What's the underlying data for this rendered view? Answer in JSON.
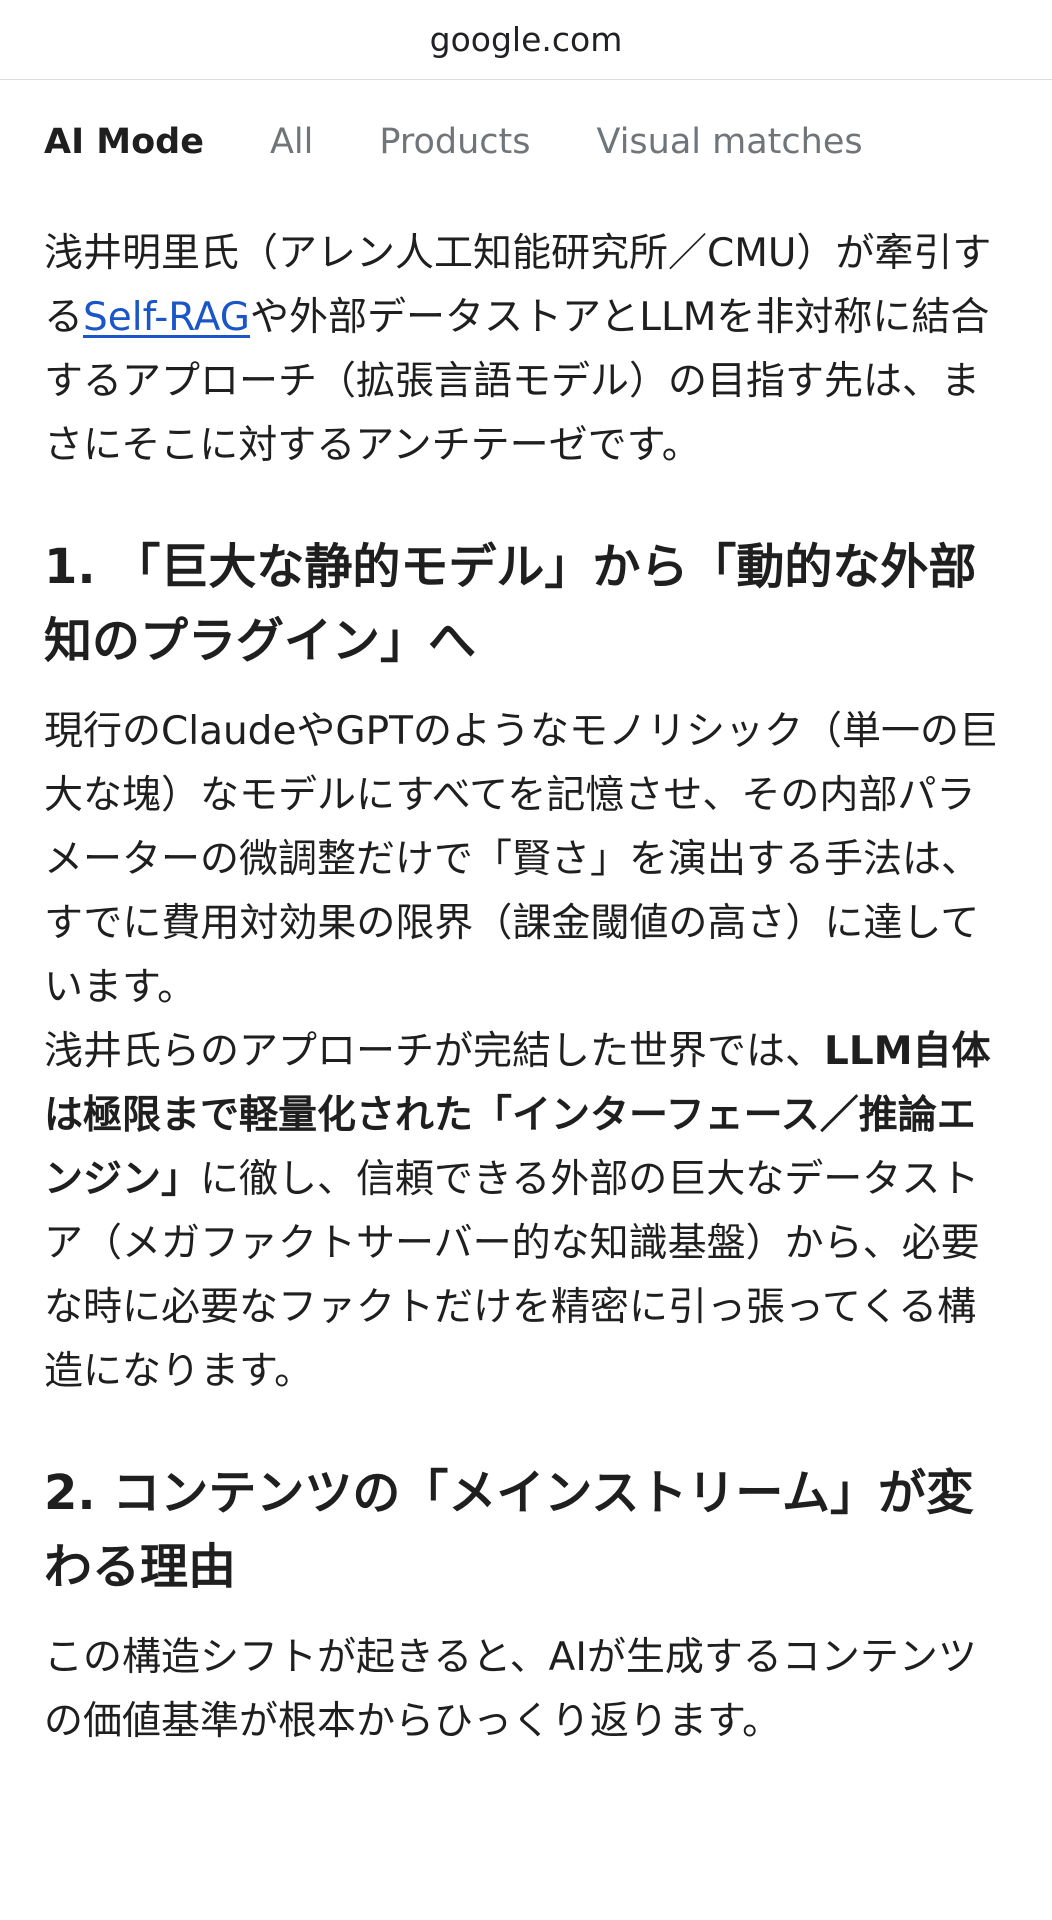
{
  "browser": {
    "url": "google.com"
  },
  "tabs": [
    {
      "label": "AI Mode",
      "active": true
    },
    {
      "label": "All",
      "active": false
    },
    {
      "label": "Products",
      "active": false
    },
    {
      "label": "Visual matches",
      "active": false
    }
  ],
  "intro": {
    "before_link": "浅井明里氏（アレン人工知能研究所／CMU）が牽引する",
    "link": "Self-RAG",
    "after_link": "や外部データストアとLLMを非対称に結合するアプローチ（拡張言語モデル）の目指す先は、まさにそこに対するアンチテーゼです。"
  },
  "section1": {
    "heading": "1. 「巨大な静的モデル」から「動的な外部知のプラグイン」へ",
    "para1": "現行のClaudeやGPTのようなモノリシック（単一の巨大な塊）なモデルにすべてを記憶させ、その内部パラメーターの微調整だけで「賢さ」を演出する手法は、すでに費用対効果の限界（課金閾値の高さ）に達しています。",
    "para2_before": "浅井氏らのアプローチが完結した世界では、",
    "para2_bold": "LLM自体は極限まで軽量化された「インターフェース／推論エンジン」",
    "para2_after": "に徹し、信頼できる外部の巨大なデータストア（メガファクトサーバー的な知識基盤）から、必要な時に必要なファクトだけを精密に引っ張ってくる構造になります。"
  },
  "section2": {
    "heading": "2. コンテンツの「メインストリーム」が変わる理由",
    "para1": "この構造シフトが起きると、AIが生成するコンテンツの価値基準が根本からひっくり返ります。"
  },
  "colors": {
    "link": "#1a56c8",
    "text": "#1f1f1f",
    "tab_inactive": "#70757a"
  }
}
